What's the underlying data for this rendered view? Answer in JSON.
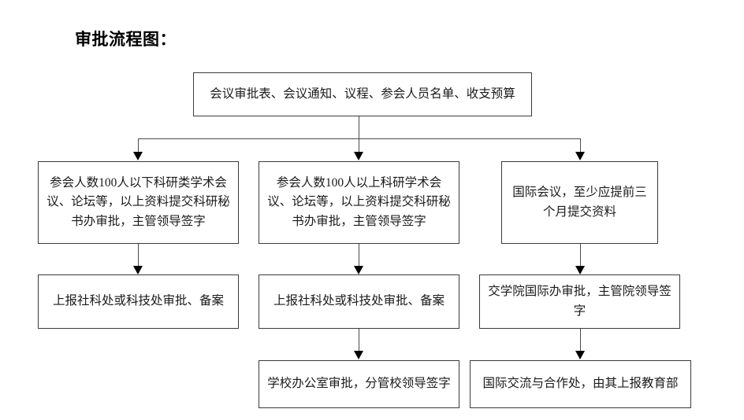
{
  "page": {
    "title": "审批流程图：",
    "background_color": "#ffffff",
    "line_color": "#4a4a4a",
    "box_border_color": "#3a3a3a",
    "text_color": "#1a1a1a"
  },
  "flowchart": {
    "root": {
      "id": "materials",
      "label": "会议审批表、会议通知、议程、参会人员名单、收支预算"
    },
    "columns": [
      {
        "id": "domestic-small",
        "steps": [
          {
            "id": "domestic-small-step1",
            "label": "参会人数100人以下科研类学术会议、论坛等，以上资料提交科研秘书办审批，主管领导签字"
          },
          {
            "id": "domestic-small-step2",
            "label": "上报社科处或科技处审批、备案"
          }
        ]
      },
      {
        "id": "domestic-large",
        "steps": [
          {
            "id": "domestic-large-step1",
            "label": "参会人数100人以上科研学术会议、论坛等，以上资料提交科研秘书办审批，主管领导签字"
          },
          {
            "id": "domestic-large-step2",
            "label": "上报社科处或科技处审批、备案"
          },
          {
            "id": "domestic-large-step3",
            "label": "学校办公室审批，分管校领导签字"
          }
        ]
      },
      {
        "id": "international",
        "steps": [
          {
            "id": "international-step1",
            "label": "国际会议，至少应提前三个月提交资料"
          },
          {
            "id": "international-step2",
            "label": "交学院国际办审批，主管院领导签字"
          },
          {
            "id": "international-step3",
            "label": "国际交流与合作处，由其上报教育部"
          }
        ]
      }
    ]
  }
}
